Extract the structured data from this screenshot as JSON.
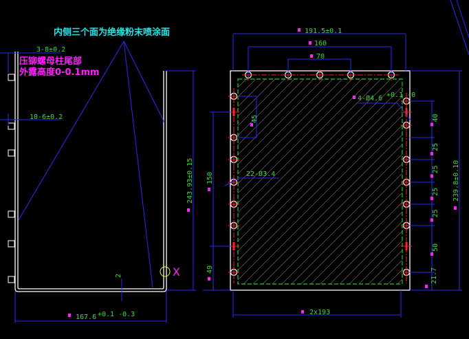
{
  "notes": {
    "inner_faces": "内侧三个面为绝缘粉末喷涂面",
    "rivet_line1": "压铆螺母柱尾部",
    "rivet_line2": "外露高度0-0.1mm"
  },
  "side_view": {
    "dim_top": "3-8±0.2",
    "dim_mid": "10-6±0.2",
    "dim_width": "167.6",
    "dim_width_tol": "+0.1 -0.3",
    "dim_thickness": "2",
    "mark_x": "X"
  },
  "front_view": {
    "dim_overall_width": "191.5±0.1",
    "dim_160": "160",
    "dim_70": "70",
    "dim_holes_4": "4-Ø4.6",
    "dim_holes_4_tol": "+0.1 -0",
    "dim_holes_22": "22-Ø3.4",
    "dim_45": "45",
    "dim_150": "150",
    "dim_49": "49",
    "dim_height_left": "243.93±0.15",
    "dim_height_right": "239.8±0.10",
    "dim_bottom": "2x193",
    "right_dims": [
      "40",
      "25",
      "25",
      "25",
      "25",
      "50",
      "21.7"
    ]
  },
  "colors": {
    "dimension": "#3ddc3d",
    "leader": "#2a2aff",
    "note_cyan": "#22e6e6",
    "note_magenta": "#ff20ff"
  }
}
